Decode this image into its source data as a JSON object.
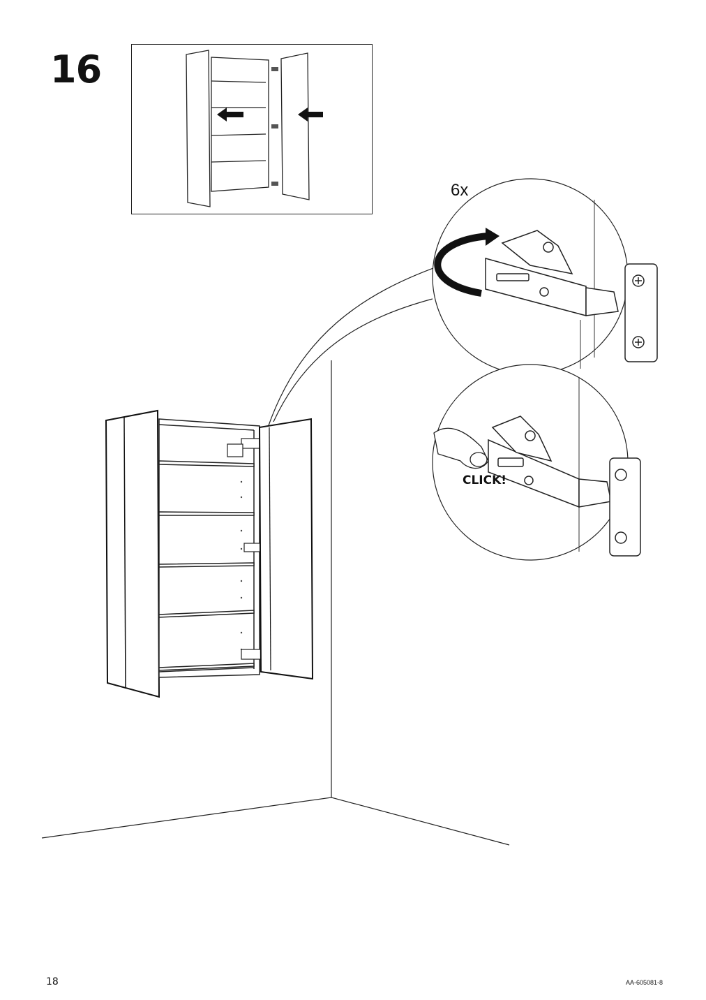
{
  "step": {
    "number": "16"
  },
  "callouts": {
    "quantity": "6x",
    "click": "CLICK!"
  },
  "footer": {
    "page_number": "18",
    "document_code": "AA-605081-8"
  }
}
